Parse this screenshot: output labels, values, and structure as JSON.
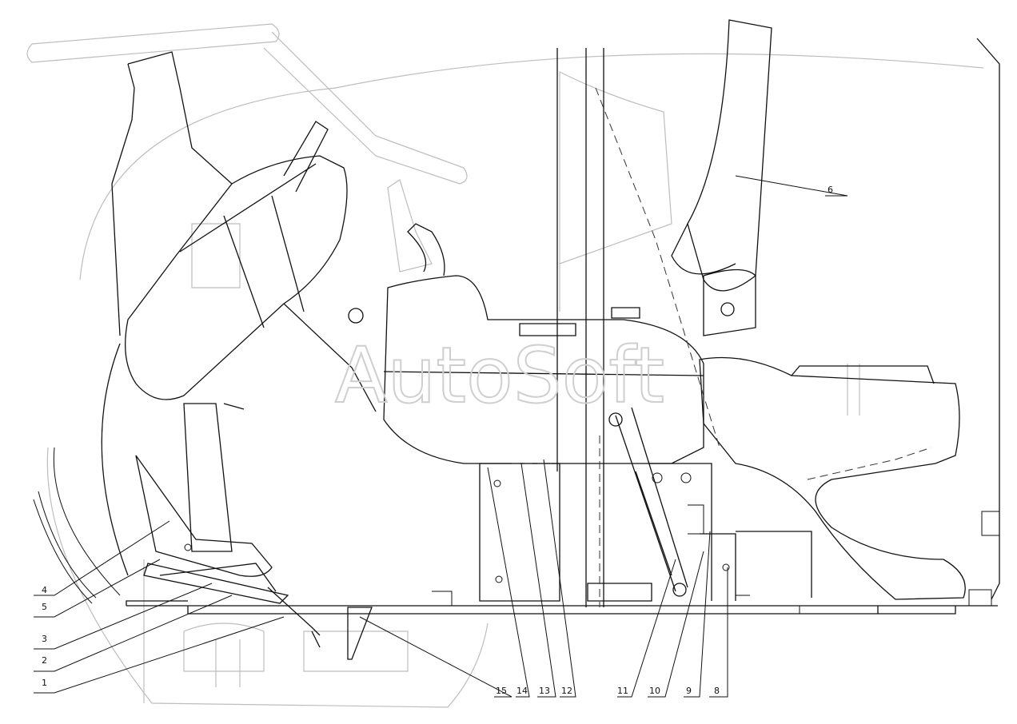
{
  "watermark": "AutoSoft",
  "callouts": [
    "1",
    "2",
    "3",
    "4",
    "5",
    "6",
    "8",
    "9",
    "10",
    "11",
    "12",
    "13",
    "14",
    "15"
  ]
}
